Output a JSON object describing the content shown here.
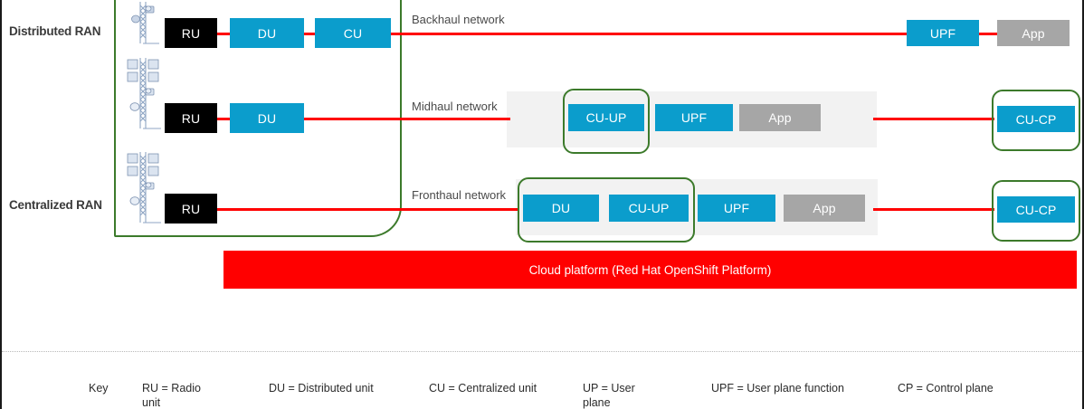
{
  "rows": [
    {
      "label": "Distributed RAN",
      "network_label": "Backhaul network",
      "site_nodes": [
        "RU",
        "DU",
        "CU"
      ],
      "core_nodes": [
        "UPF",
        "App"
      ]
    },
    {
      "label": "",
      "network_label": "Midhaul network",
      "site_nodes": [
        "RU",
        "DU"
      ],
      "core_nodes": [
        "CU-UP",
        "UPF",
        "App"
      ],
      "cp_node": "CU-CP"
    },
    {
      "label": "Centralized RAN",
      "network_label": "Fronthaul network",
      "site_nodes": [
        "RU"
      ],
      "core_nodes": [
        "DU",
        "CU-UP",
        "UPF",
        "App"
      ],
      "cp_node": "CU-CP"
    }
  ],
  "cloud_bar": {
    "text": "Cloud platform (Red Hat OpenShift Platform)"
  },
  "key": {
    "title": "Key",
    "items": [
      "RU = Radio unit",
      "DU = Distributed unit",
      "CU = Centralized unit",
      "UP = User plane",
      "UPF = User plane function",
      "CP = Control plane"
    ]
  },
  "colors": {
    "blue": "#0b9dcc",
    "black": "#000000",
    "gray": "#a6a6a6",
    "green": "#3c7a2b",
    "red": "#ff0000",
    "band": "#f2f2f2"
  }
}
